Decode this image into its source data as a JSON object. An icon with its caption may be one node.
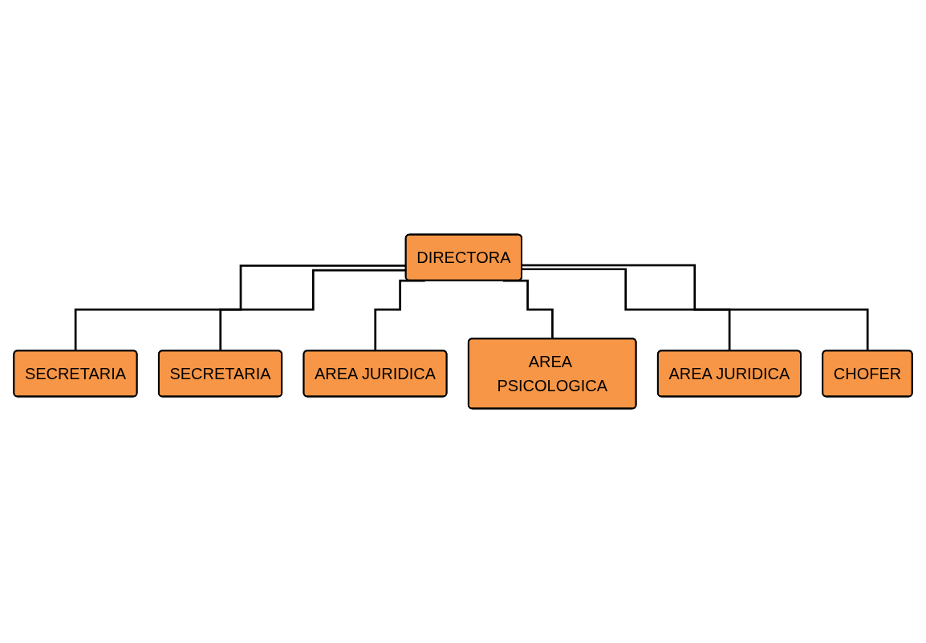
{
  "diagram": {
    "nodes": [
      {
        "text": [
          "DIRECTORA"
        ]
      },
      {
        "text": [
          "SECRETARIA"
        ]
      },
      {
        "text": [
          "SECRETARIA"
        ]
      },
      {
        "text": [
          "AREA JURIDICA"
        ]
      },
      {
        "text": [
          "AREA PSICOLOGICA"
        ]
      },
      {
        "text": [
          "AREA JURIDICA"
        ]
      },
      {
        "text": [
          "CHOFER"
        ]
      }
    ],
    "edges": [
      {
        "from": 0,
        "to": 1,
        "arrow": "none"
      },
      {
        "from": 0,
        "to": 2,
        "arrow": "none"
      },
      {
        "from": 0,
        "to": 3,
        "arrow": "none"
      },
      {
        "from": 0,
        "to": 4,
        "arrow": "none"
      },
      {
        "from": 0,
        "to": 5,
        "arrow": "none"
      },
      {
        "from": 0,
        "to": 6,
        "arrow": "none"
      }
    ]
  }
}
